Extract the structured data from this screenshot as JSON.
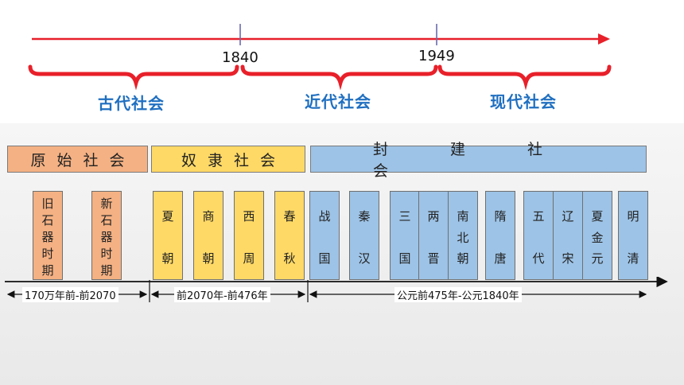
{
  "timeline": {
    "years": [
      "1840",
      "1949"
    ],
    "eras": [
      "古代社会",
      "近代社会",
      "现代社会"
    ],
    "colors": {
      "arrow": "#e8202a",
      "brace": "#e8202a",
      "era_text": "#1f6fc0"
    }
  },
  "societies": [
    "原始社会",
    "奴隶社会",
    "封建社会"
  ],
  "periods": {
    "primitive": [
      {
        "chars": [
          "旧",
          "石",
          "器",
          "时",
          "期"
        ]
      },
      {
        "chars": [
          "新",
          "石",
          "器",
          "时",
          "期"
        ]
      }
    ],
    "slave": [
      {
        "top": "夏",
        "bottom": "朝"
      },
      {
        "top": "商",
        "bottom": "朝"
      },
      {
        "top": "西",
        "bottom": "周"
      },
      {
        "top": "春",
        "bottom": "秋"
      }
    ],
    "feudal": [
      {
        "top": "战",
        "bottom": "国"
      },
      {
        "top": "秦",
        "bottom": "汉"
      },
      {
        "top": "三",
        "bottom": "国"
      },
      {
        "top": "两",
        "bottom": "晋"
      },
      {
        "top": "南",
        "middle": "北",
        "bottom": "朝"
      },
      {
        "top": "隋",
        "bottom": "唐"
      },
      {
        "top": "五",
        "bottom": "代"
      },
      {
        "top": "辽",
        "bottom": "宋"
      },
      {
        "top": "夏",
        "middle": "金",
        "bottom": "元"
      },
      {
        "top": "明",
        "bottom": "清"
      }
    ]
  },
  "spans": [
    "170万年前-前2070",
    "前2070年-前476年",
    "公元前475年-公元1840年"
  ]
}
